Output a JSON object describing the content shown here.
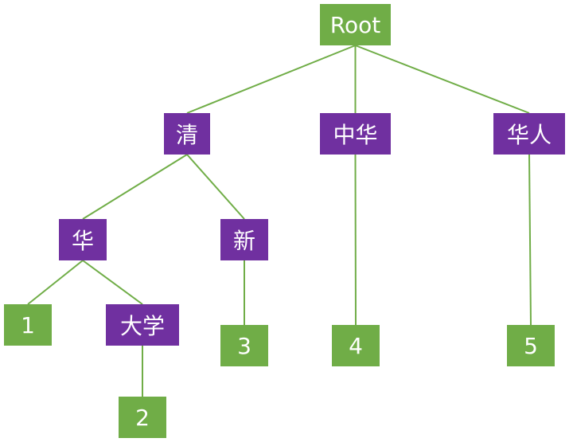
{
  "colors": {
    "root_fill": "#70ad47",
    "inner_fill": "#7030a0",
    "leaf_fill": "#70ad47",
    "edge": "#70ad47",
    "text": "#ffffff"
  },
  "nodes": {
    "root": "Root",
    "qing": "清",
    "zhonghua": "中华",
    "huaren": "华人",
    "hua": "华",
    "xin": "新",
    "daxue": "大学",
    "leaf1": "1",
    "leaf2": "2",
    "leaf3": "3",
    "leaf4": "4",
    "leaf5": "5"
  },
  "edges": [
    [
      "root",
      "qing"
    ],
    [
      "root",
      "zhonghua"
    ],
    [
      "root",
      "huaren"
    ],
    [
      "qing",
      "hua"
    ],
    [
      "qing",
      "xin"
    ],
    [
      "hua",
      "leaf1"
    ],
    [
      "hua",
      "daxue"
    ],
    [
      "daxue",
      "leaf2"
    ],
    [
      "xin",
      "leaf3"
    ],
    [
      "zhonghua",
      "leaf4"
    ],
    [
      "huaren",
      "leaf5"
    ]
  ]
}
